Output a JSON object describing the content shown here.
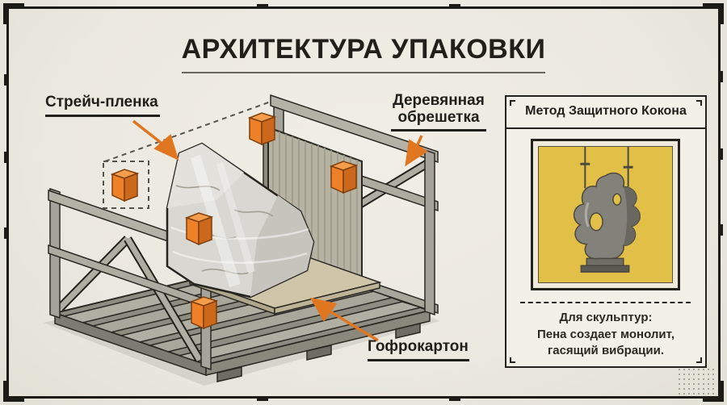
{
  "page": {
    "title": "АРХИТЕКТУРА УПАКОВКИ"
  },
  "diagram": {
    "labels": {
      "stretch_film": "Стрейч-пленка",
      "wooden_crate_line1": "Деревянная",
      "wooden_crate_line2": "обрешетка",
      "corrugated_cardboard": "Гофрокартон"
    }
  },
  "side_panel": {
    "title": "Метод Защитного Кокона",
    "caption_line1": "Для скульптур:",
    "caption_line2": "Пена создает монолит,",
    "caption_line3": "гасящий вибрации."
  },
  "colors": {
    "accent_orange": "#e0761f",
    "ink": "#24221c",
    "paper": "#ebe8e0",
    "cocoon_yellow": "#e2bf47",
    "wood_gray": "#aaa89d",
    "marble_light": "#d8d7d1",
    "cardboard_tan": "#b7b3a3"
  }
}
